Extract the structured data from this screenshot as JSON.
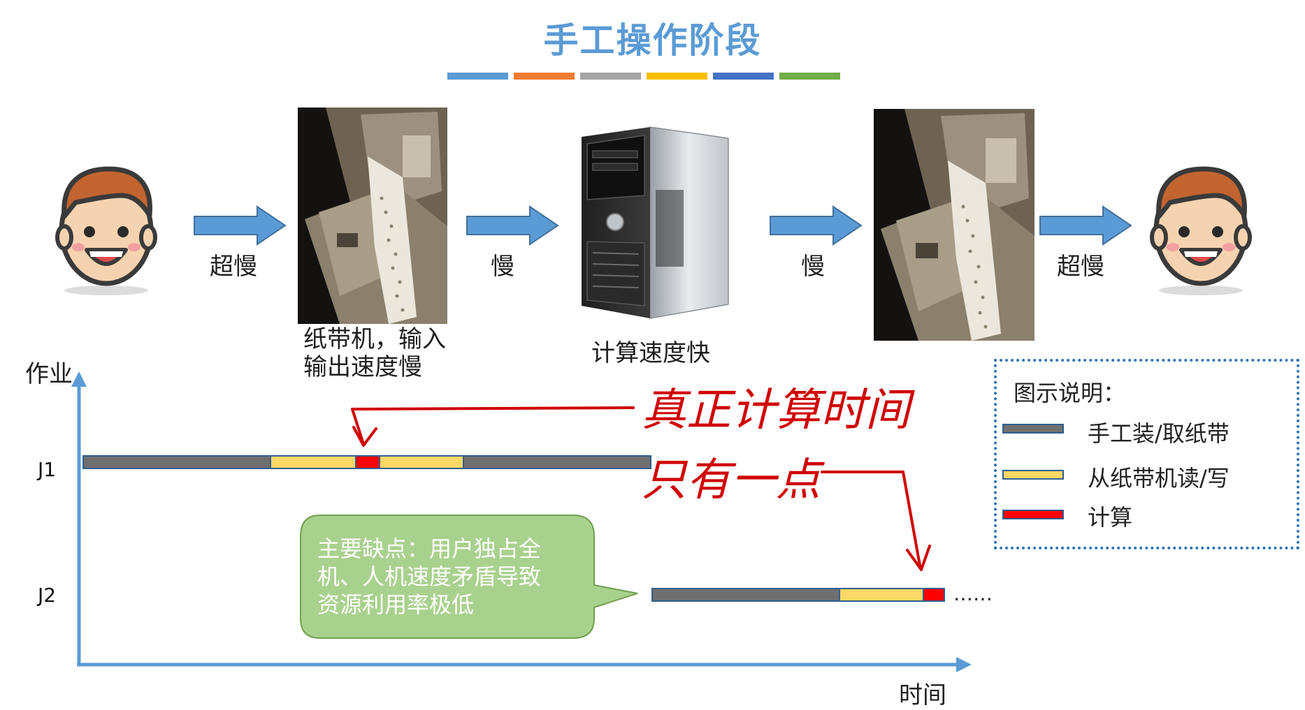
{
  "title": "手工操作阶段",
  "color_strip": [
    "#5b9bd5",
    "#ed7d31",
    "#a5a5a5",
    "#ffc000",
    "#4472c4",
    "#70ad47"
  ],
  "flow": {
    "arrow1_label": "超慢",
    "arrow2_label": "慢",
    "arrow3_label": "慢",
    "arrow4_label": "超慢",
    "tape_machine_caption_line1": "纸带机，输入",
    "tape_machine_caption_line2": "输出速度慢",
    "computer_caption": "计算速度快"
  },
  "axes": {
    "y_label": "作业",
    "x_label": "时间",
    "rows": [
      "J1",
      "J2"
    ],
    "ellipsis": "……"
  },
  "legend": {
    "title": "图示说明：",
    "items": [
      {
        "label": "手工装/取纸带",
        "color": "#6f6f6f"
      },
      {
        "label": "从纸带机读/写",
        "color": "#ffd966"
      },
      {
        "label": "计算",
        "color": "#ff0000"
      }
    ]
  },
  "callout": {
    "line1": "主要缺点：用户独占全",
    "line2": "机、人机速度矛盾导致",
    "line3": "资源利用率极低",
    "color": "#a9d18e"
  },
  "annotation": {
    "line1": "真正计算时间",
    "line2": "只有一点",
    "color": "#d00000"
  }
}
